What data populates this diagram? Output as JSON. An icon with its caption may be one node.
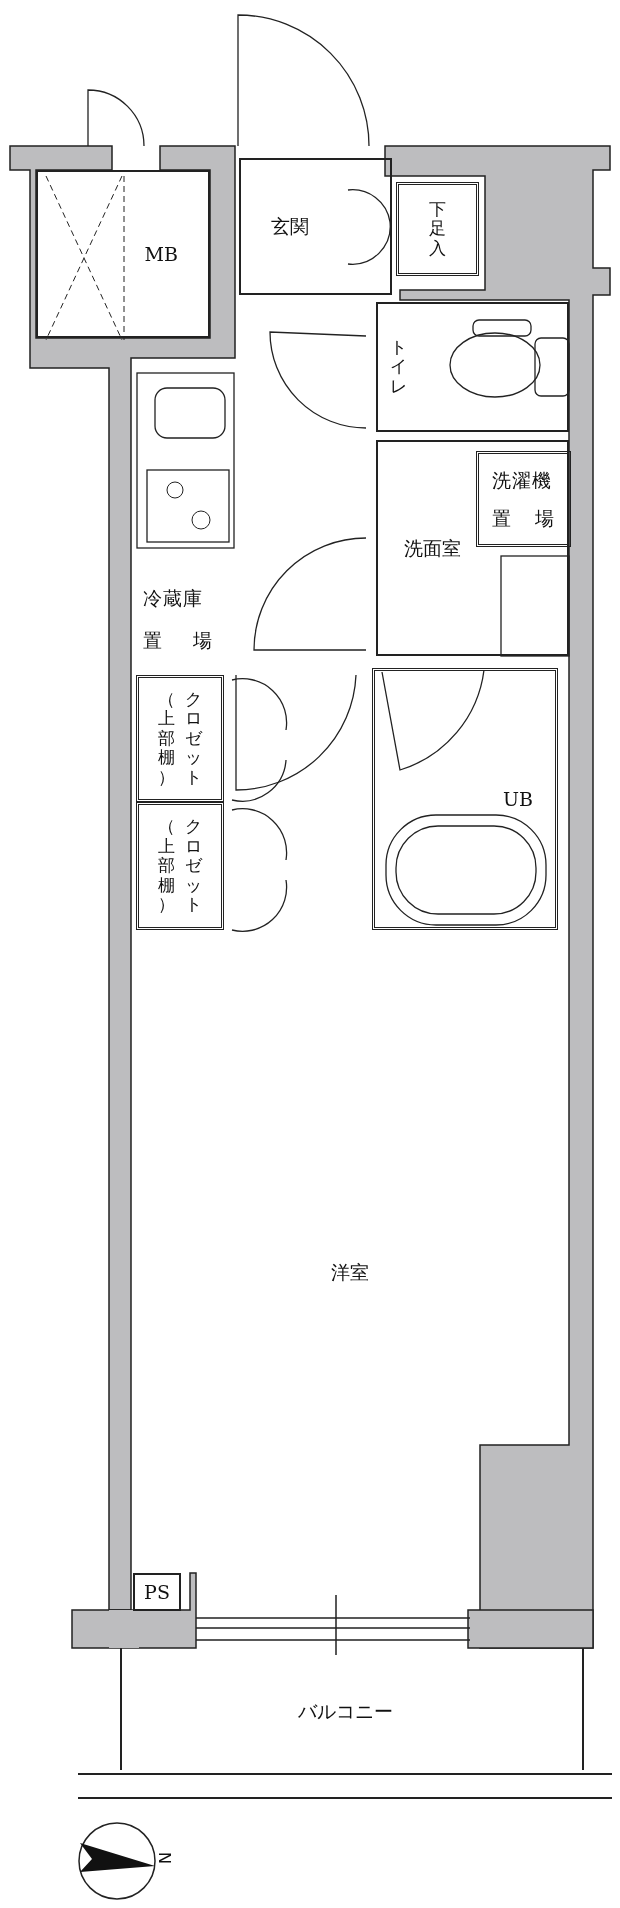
{
  "diagram": {
    "nodes": [
      {
        "text": [
          "MB"
        ]
      },
      {
        "text": [
          "玄関"
        ]
      },
      {
        "text": [
          "下足入"
        ]
      },
      {
        "text": [
          "トイレ"
        ]
      },
      {
        "text": [
          "洗面室"
        ]
      },
      {
        "text": [
          "洗濯機置場"
        ],
        "in": 4
      },
      {
        "text": [
          "（上部棚）",
          "クロゼット"
        ]
      },
      {
        "text": [
          "（上部棚）",
          "クロゼット"
        ]
      },
      {
        "text": [
          "UB"
        ]
      },
      {
        "text": [
          "洋室"
        ]
      },
      {
        "text": [
          "PS"
        ]
      },
      {
        "text": [
          "バルコニー"
        ]
      }
    ],
    "labels": [
      "冷蔵庫置場",
      "N"
    ]
  }
}
